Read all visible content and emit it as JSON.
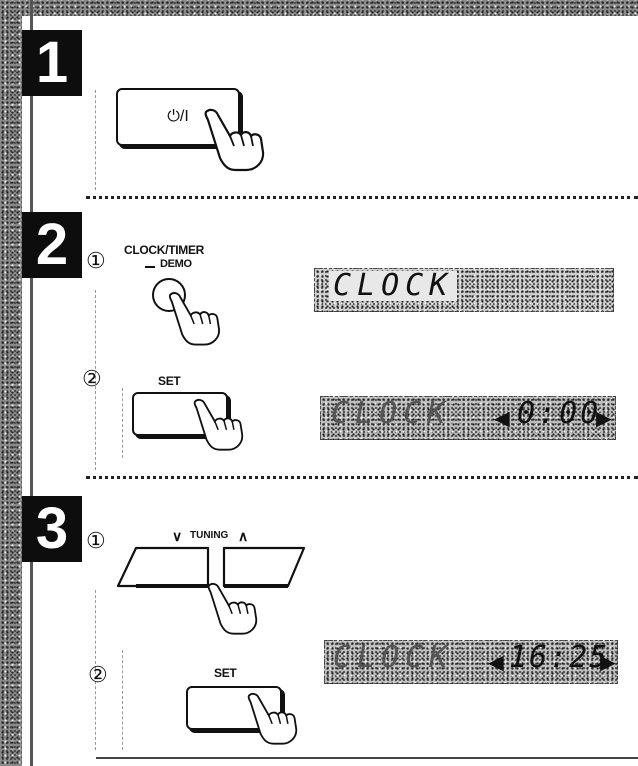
{
  "steps": [
    {
      "number": "1"
    },
    {
      "number": "2"
    },
    {
      "number": "3"
    }
  ],
  "power_button": {
    "label": "⏻/I"
  },
  "step2": {
    "sub1_marker": "①",
    "clock_timer_label": "CLOCK/TIMER",
    "demo_label": "DEMO",
    "display1": "CLOCK",
    "sub2_marker": "②",
    "set_label": "SET",
    "display2_left": "CLOCK",
    "display2_right": "0:00"
  },
  "step3": {
    "sub1_marker": "①",
    "tuning_label": "TUNING",
    "tuning_down_icon": "∨",
    "tuning_up_icon": "∧",
    "sub2_marker": "②",
    "set_label": "SET",
    "display_left": "CLOCK",
    "display_right": "16:25"
  },
  "icons": [
    "pointing-hand-icon",
    "power-icon",
    "chevron-down-icon",
    "chevron-up-icon",
    "blink-arrow-icon"
  ]
}
